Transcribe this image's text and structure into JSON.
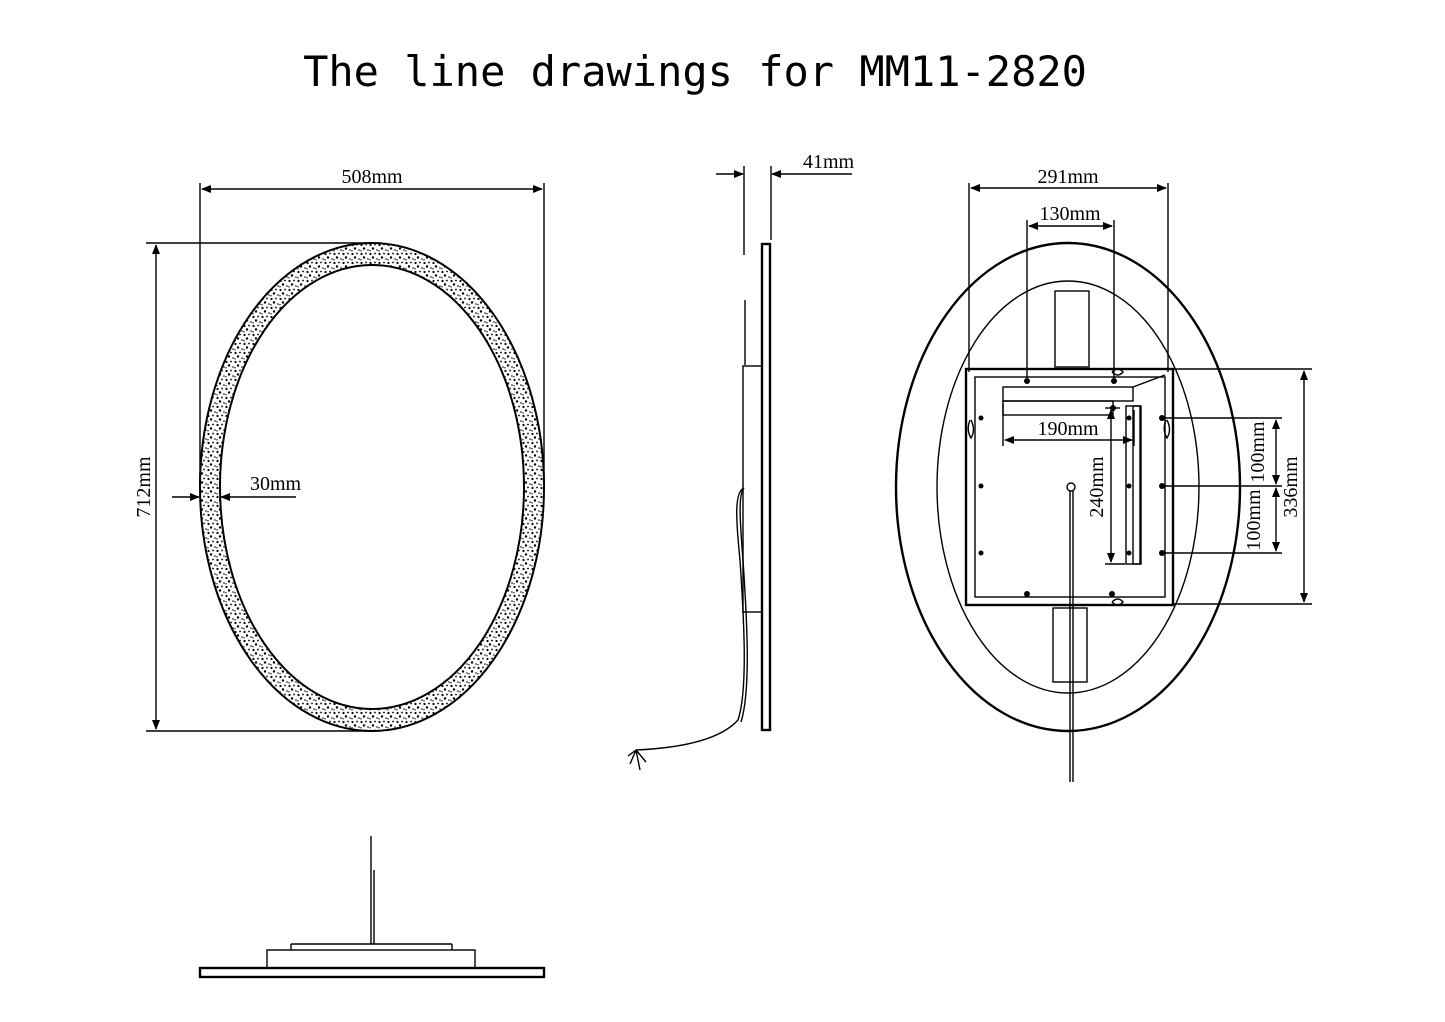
{
  "title": "The line drawings for MM11-2820",
  "front_view": {
    "width_label": "508mm",
    "height_label": "712mm",
    "frame_label": "30mm"
  },
  "side_view": {
    "depth_label": "41mm"
  },
  "back_view": {
    "width_label": "291mm",
    "top_spacing_label": "130mm",
    "bracket_label": "190mm",
    "vertical_label": "240mm",
    "upper_spacing_label": "100mm",
    "lower_spacing_label": "100mm",
    "height_label": "336mm"
  },
  "colors": {
    "ink": "#000000",
    "paper": "#ffffff"
  }
}
